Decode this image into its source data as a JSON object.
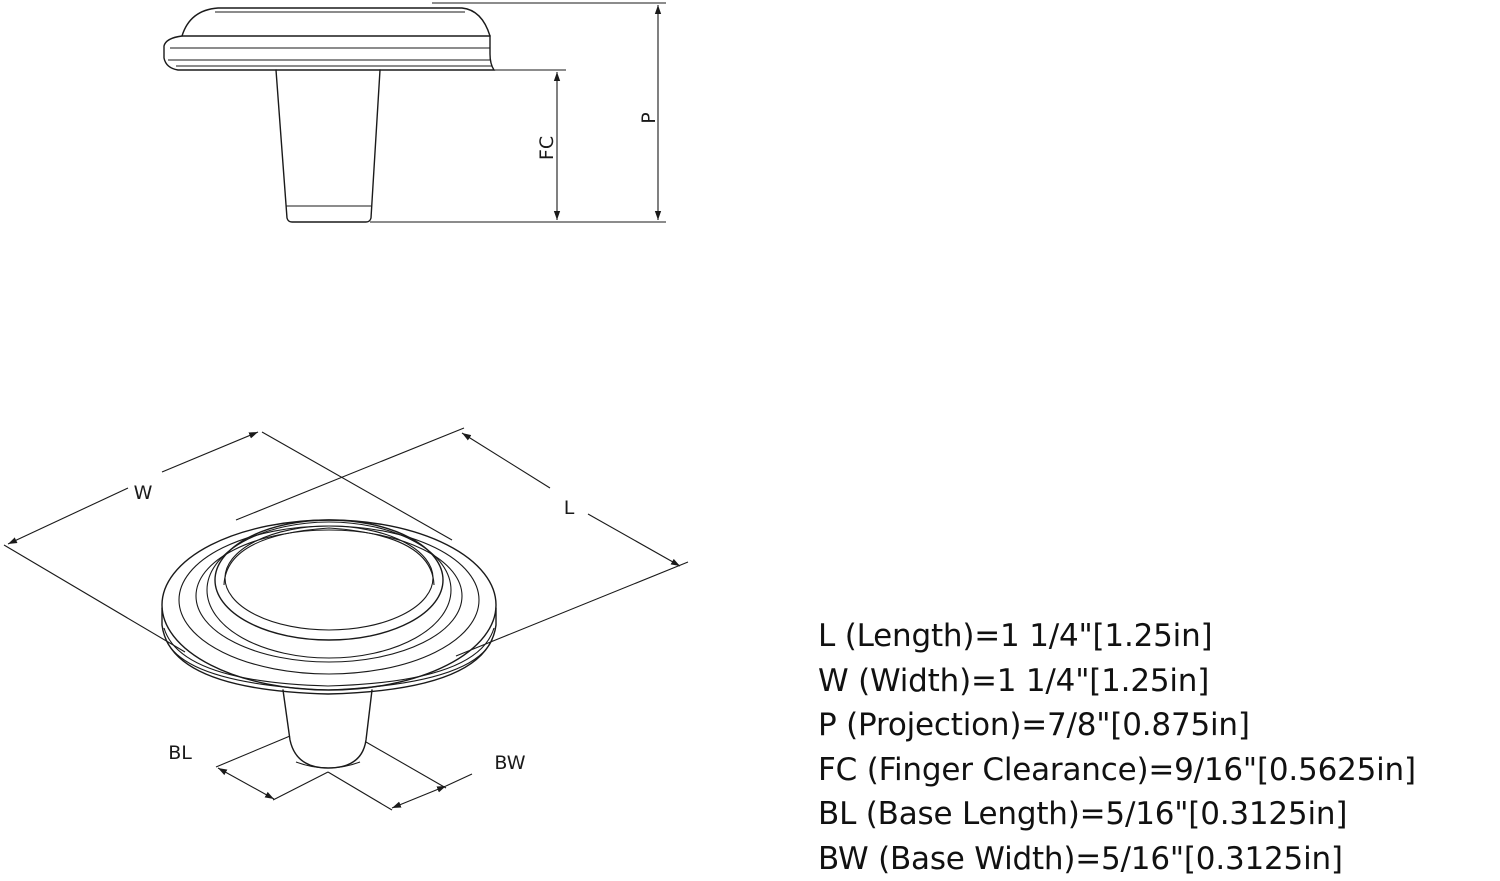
{
  "labels": {
    "fc": "FC",
    "p": "P",
    "w": "W",
    "l": "L",
    "bl": "BL",
    "bw": "BW"
  },
  "specs": [
    "L (Length)=1 1/4\"[1.25in]",
    "W (Width)=1 1/4\"[1.25in]",
    "P (Projection)=7/8\"[0.875in]",
    "FC (Finger Clearance)=9/16\"[0.5625in]",
    "BL (Base Length)=5/16\"[0.3125in]",
    "BW (Base Width)=5/16\"[0.3125in]"
  ]
}
